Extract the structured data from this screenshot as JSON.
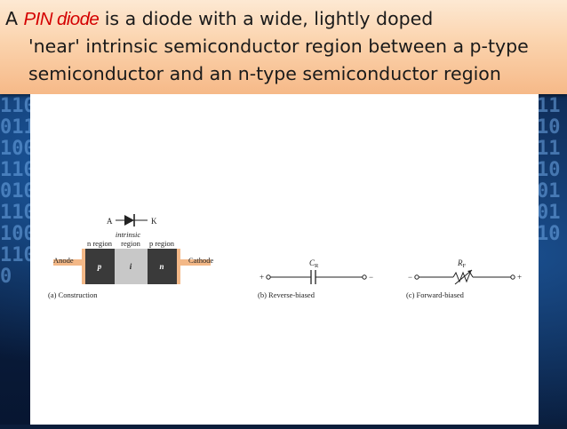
{
  "slide": {
    "heading": {
      "prefix": "A ",
      "keyword": "PIN diode",
      "line1_rest": " is a diode with a wide, lightly doped",
      "line2": "'near' intrinsic semiconductor region between a p-type",
      "line3": "semiconductor and an n-type  semiconductor region"
    },
    "accent_color": "#d40000",
    "background_binary_left": "1100111001100101101001100",
    "background_binary_right": "11101110010110"
  },
  "figure": {
    "construction": {
      "symbol_anode": "A",
      "symbol_cathode": "K",
      "region_n_label": "n region",
      "region_intrinsic_label_1": "intrinsic",
      "region_intrinsic_label_2": "region",
      "region_p_label": "p region",
      "anode_label": "Anode",
      "cathode_label": "Cathode",
      "layer_p": "p",
      "layer_i": "i",
      "layer_n": "n",
      "caption": "(a) Construction"
    },
    "reverse_biased": {
      "component_label": "C",
      "component_sub": "R",
      "plus": "+",
      "minus": "−",
      "caption": "(b) Reverse-biased"
    },
    "forward_biased": {
      "component_label": "R",
      "component_sub": "F",
      "minus": "−",
      "plus": "+",
      "caption": "(c) Forward-biased"
    }
  }
}
